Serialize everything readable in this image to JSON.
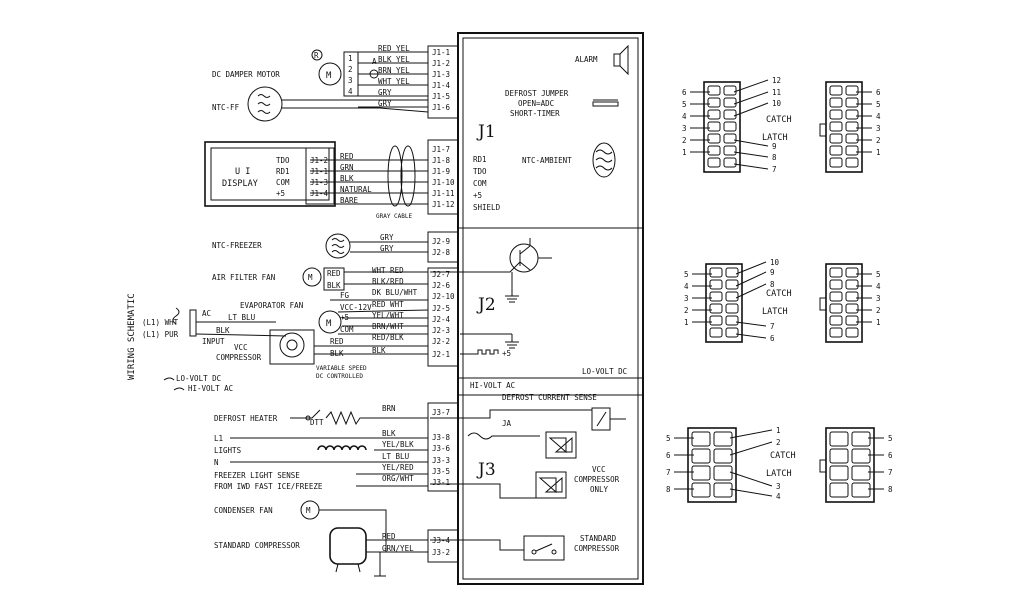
{
  "side_title": "WIRING SCHEMATIC",
  "board": {
    "j1_label": "J1",
    "j2_label": "J2",
    "j3_label": "J3",
    "alarm": "ALARM",
    "defrost_jumper": [
      "DEFROST JUMPER",
      "OPEN=ADC",
      "SHORT-TIMER"
    ],
    "ntc_ambient": "NTC-AMBIENT",
    "j1_inner": [
      "RD1",
      "TDO",
      "COM",
      "+5",
      "SHIELD"
    ],
    "lo_volt": "LO-VOLT DC",
    "hi_volt": "HI-VOLT AC",
    "defrost_current": "DEFROST CURRENT SENSE",
    "ja": "JA",
    "vcc_comp": [
      "VCC",
      "COMPRESSOR",
      "ONLY"
    ],
    "std_comp": [
      "STANDARD",
      "COMPRESSOR"
    ],
    "plus5": "+5"
  },
  "j1": {
    "pins": [
      "J1-1",
      "J1-2",
      "J1-3",
      "J1-4",
      "J1-5",
      "J1-6",
      "J1-7",
      "J1-8",
      "J1-9",
      "J1-10",
      "J1-11",
      "J1-12"
    ],
    "wires": [
      "RED YEL",
      "BLK YEL",
      "BRN YEL",
      "WHT YEL",
      "GRY",
      "GRY",
      "",
      "RED",
      "GRN",
      "BLK",
      "NATURAL",
      "BARE"
    ],
    "damper_pins": [
      "1",
      "2",
      "3",
      "4"
    ],
    "damper_r": "R",
    "damper_a": "A",
    "damper_motor": "DC DAMPER MOTOR",
    "ntc_ff": "NTC-FF",
    "ui_title": [
      "U I",
      "DISPLAY"
    ],
    "ui_signals": [
      "TDO",
      "RD1",
      "COM",
      "+5"
    ],
    "ui_pins": [
      "J1-2",
      "J1-1",
      "J1-3",
      "J1-4"
    ],
    "gray_cable": "GRAY CABLE"
  },
  "j2": {
    "pins": [
      "J2-9",
      "J2-8",
      "J2-7",
      "J2-6",
      "J2-10",
      "J2-5",
      "J2-4",
      "J2-3",
      "J2-2",
      "J2-1"
    ],
    "wires": [
      "GRY",
      "GRY",
      "WHT RED",
      "BLK/RED",
      "DK BLU/WHT",
      "RED WHT",
      "YEL/WHT",
      "BRN/WHT",
      "RED/BLK",
      "BLK"
    ],
    "ntc_freezer": "NTC-FREEZER",
    "air_filter_fan": "AIR FILTER FAN",
    "evap_fan": "EVAPORATOR FAN",
    "fan_leads": [
      "RED",
      "BLK"
    ],
    "evap_leads": [
      "FG",
      "VCC-12V",
      "+5",
      "COM"
    ],
    "ac_input": [
      "AC",
      "INPUT"
    ],
    "ac_leads": [
      "(L1) WHT",
      "(L1) PUR"
    ],
    "lt_blu": "LT BLU",
    "blk": "BLK",
    "vcc_compressor": [
      "VCC",
      "COMPRESSOR"
    ],
    "comp_leads": [
      "RED",
      "BLK"
    ],
    "variable_speed": [
      "VARIABLE SPEED",
      "DC CONTROLLED"
    ],
    "lo_volt_dc": "LO-VOLT DC",
    "hi_volt_ac": "HI-VOLT AC"
  },
  "j3": {
    "pins": [
      "J3-7",
      "J3-8",
      "J3-6",
      "J3-3",
      "J3-5",
      "J3-1",
      "J3-4",
      "J3-2"
    ],
    "wires": [
      "BRN",
      "BLK",
      "YEL/BLK",
      "LT BLU",
      "YEL/RED",
      "ORG/WHT",
      "RED",
      "GRN/YEL"
    ],
    "dtt": "DTT",
    "defrost_heater": "DEFROST HEATER",
    "l1": "L1",
    "lights": "LIGHTS",
    "n": "N",
    "freezer_light_sense": "FREEZER LIGHT SENSE",
    "from_iwd": "FROM IWD  FAST ICE/FREEZE",
    "condenser_fan": "CONDENSER FAN",
    "standard_compressor": "STANDARD COMPRESSOR"
  },
  "motor_letter": "M",
  "connectors": {
    "c12": {
      "left_nums": [
        "6",
        "5",
        "4",
        "3",
        "2",
        "1"
      ],
      "mid_nums": [
        "12",
        "11",
        "10",
        "9",
        "8",
        "7"
      ],
      "right_nums": [
        "6",
        "5",
        "4",
        "3",
        "2",
        "1"
      ],
      "catch": "CATCH",
      "latch": "LATCH"
    },
    "c10": {
      "left_nums": [
        "5",
        "4",
        "3",
        "2",
        "1"
      ],
      "mid_nums": [
        "10",
        "9",
        "8",
        "7",
        "6"
      ],
      "right_nums": [
        "5",
        "4",
        "3",
        "2",
        "1"
      ],
      "catch": "CATCH",
      "latch": "LATCH"
    },
    "c8": {
      "left_nums": [
        "5",
        "6",
        "7",
        "8"
      ],
      "mid_nums": [
        "1",
        "2",
        "3",
        "4"
      ],
      "right_nums": [
        "5",
        "6",
        "7",
        "8"
      ],
      "catch": "CATCH",
      "latch": "LATCH"
    }
  }
}
